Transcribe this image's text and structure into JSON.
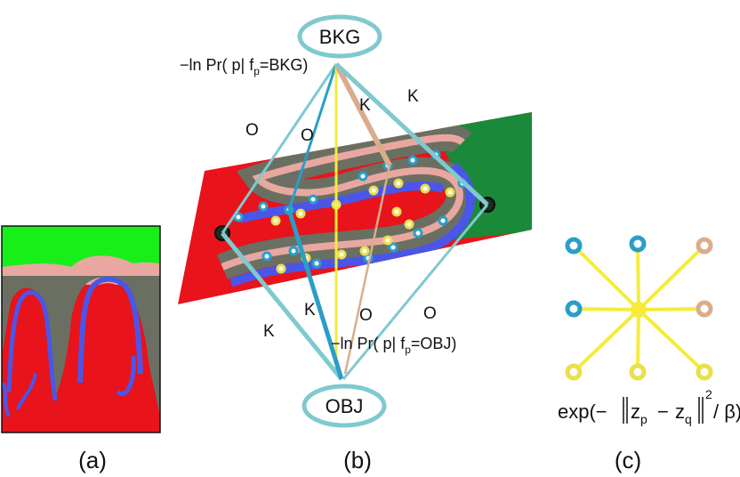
{
  "panels": {
    "a": {
      "caption": "(a)"
    },
    "b": {
      "caption": "(b)"
    },
    "c": {
      "caption": "(c)"
    }
  },
  "graph": {
    "source_node": "BKG",
    "sink_node": "OBJ",
    "eq_bkg_prefix": "−ln Pr( p| f",
    "eq_bkg_sub": "p",
    "eq_bkg_suffix": "=BKG)",
    "eq_obj_prefix": "−ln Pr( p| f",
    "eq_obj_sub": "p",
    "eq_obj_suffix": "=OBJ)",
    "weights": {
      "o_top_left_outer": "O",
      "o_top_left_inner": "O",
      "k_top_right_inner": "K",
      "k_top_right_outer": "K",
      "k_bottom_left_outer": "K",
      "k_bottom_left_inner": "K",
      "o_bottom_mid": "O",
      "o_bottom_right": "O"
    }
  },
  "pairwise": {
    "eq_prefix": "exp(−",
    "zp": "z",
    "zp_sub": "p",
    "minus": "−",
    "zq": "z",
    "zq_sub": "q",
    "exponent": "2",
    "suffix": "/ β)"
  },
  "colors": {
    "object": "#e8131b",
    "background": "#18ee18",
    "boundary_blue": "#4b56e8",
    "boundary_pink": "#e8a8a0",
    "gray": "#6b6f62",
    "link_cyan": "#7fc9cf",
    "link_yellow": "#f5ec3a",
    "link_tan": "#d9ad8c",
    "link_blue": "#2a9ec8",
    "dark_green": "#1a8a3a"
  }
}
